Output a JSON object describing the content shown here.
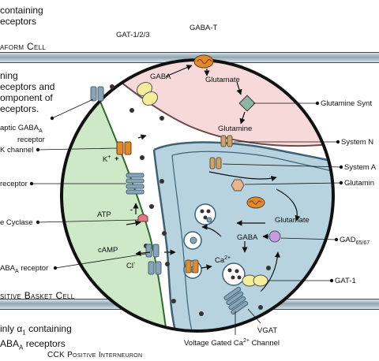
{
  "background": {
    "top_text_line1": "containing",
    "top_text_line2": "eceptors",
    "top_caps": "aform Cell",
    "left_text": [
      "ning",
      "eceptors and",
      "omponent of",
      "eceptors."
    ],
    "bottom_caps": "sitive Basket Cell",
    "bottom_text_line1_pre": "inly α",
    "bottom_text_line1_sub": "1",
    "bottom_text_line1_post": " containing",
    "bottom_text_line2_pre": "ABA",
    "bottom_text_line2_sub": "A",
    "bottom_text_line2_post": " receptors",
    "bottom_caps_partial": "CCK Positive Interneuron"
  },
  "labels": {
    "gat123": "GAT-1/2/3",
    "gabat": "GABA-T",
    "gaba_top": "GABA",
    "glutamate_top": "Glutamate",
    "glutamine_synth": "Glutamine Synt",
    "glutamine_mid": "Glutamine",
    "system_n": "System N",
    "system_a": "System A",
    "glutamin_right": "Glutamin",
    "glutamate_inner": "Glutamate",
    "gaba_inner": "GABA",
    "gad_pre": "GAD",
    "gad_sub": "65/67",
    "gat1": "GAT-1",
    "vgat": "VGAT",
    "vgcc_pre": "Voltage Gated Ca",
    "vgcc_sup": "2+",
    "vgcc_post": " Channel",
    "ca_pre": "Ca",
    "ca_sup": "2+",
    "cl_pre": "Cl",
    "cl_sup": "-",
    "atp": "ATP",
    "camp": "cAMP",
    "k_pre": "K",
    "k_sup": "+",
    "plus": "+",
    "minus": "-",
    "extrasyn_pre": "aptic GABA",
    "extrasyn_sub": "A",
    "extrasyn_line2": "receptor",
    "k_channel": "K channel",
    "receptor": "receptor",
    "cyclase": "e Cyclase",
    "gabaa_rec_pre": "ABA",
    "gabaa_rec_sub": "A",
    "gabaa_rec_post": " receptor"
  },
  "colors": {
    "astro_fill": "#f7d9d9",
    "astro_stroke": "#6b4a4a",
    "postsyn_fill": "#cde9c8",
    "presyn_fill": "#b7d3df",
    "cleft_fill": "#ffffff",
    "transporter_yellow": "#f4ee9a",
    "channel_orange": "#e08a2a",
    "receptor_blue": "#8aa4b6",
    "gad_purple": "#c79be0",
    "band_blue": "#9fb4c0"
  }
}
